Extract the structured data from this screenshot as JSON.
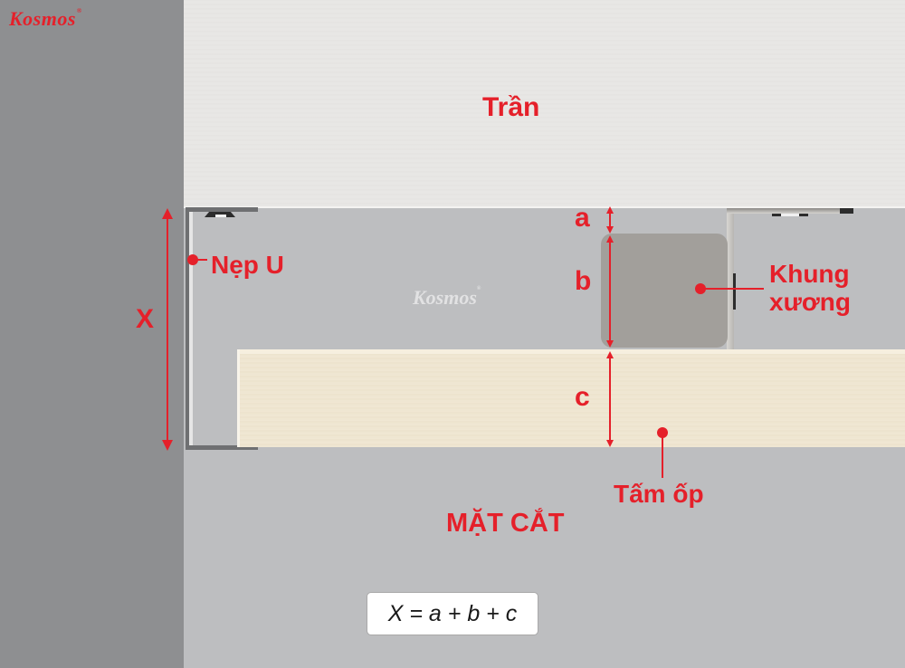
{
  "brand": {
    "logo_text": "Kosmos",
    "registered_mark": "®",
    "watermark_text": "Kosmos"
  },
  "diagram": {
    "ceiling_label": "Trần",
    "u_trim_label": "Nẹp U",
    "frame_label_line1": "Khung",
    "frame_label_line2": "xương",
    "panel_label": "Tấm ốp",
    "section_title": "MẶT CẮT",
    "dimension_total": "X",
    "dimension_a": "a",
    "dimension_b": "b",
    "dimension_c": "c",
    "formula": "X = a + b + c"
  },
  "colors": {
    "accent_red": "#e5202a",
    "wall": "#8e8f91",
    "ceiling": "#e8e7e5",
    "cavity": "#bdbec0",
    "frame": "#a29f9b",
    "panel": "#efe6d2"
  }
}
